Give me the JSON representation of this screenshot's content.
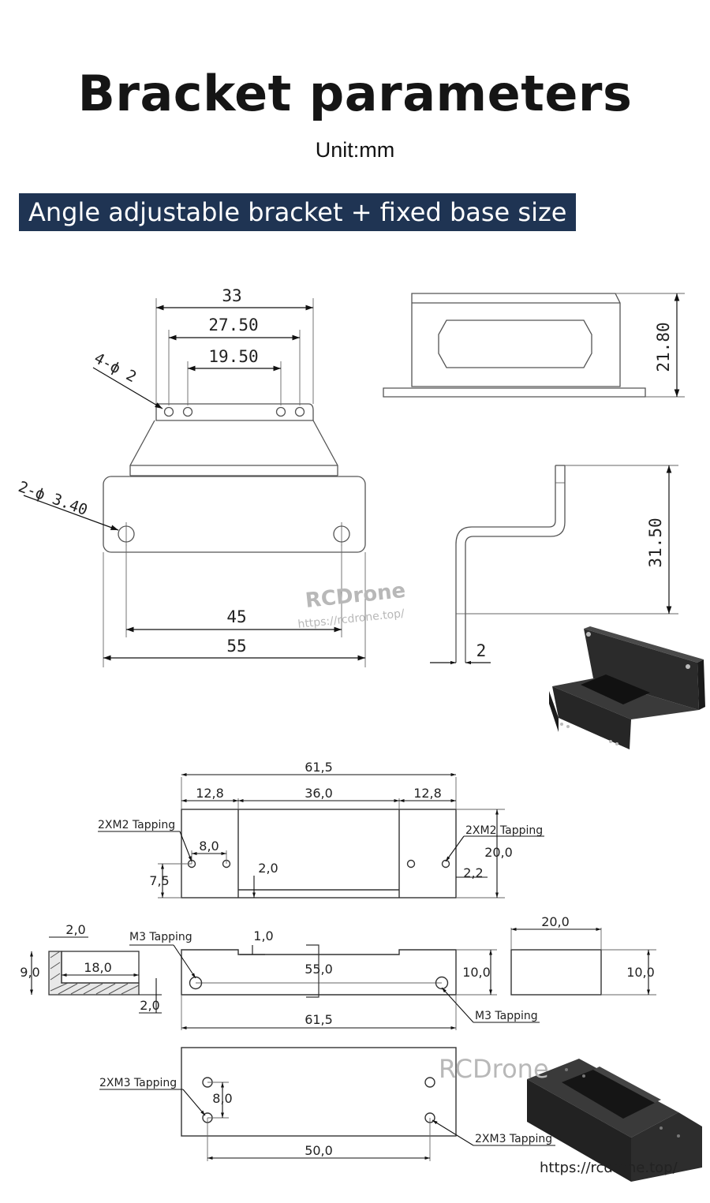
{
  "header": {
    "title": "Bracket parameters",
    "unit": "Unit:mm",
    "banner": "Angle adjustable bracket + fixed base size"
  },
  "bracket_drawing": {
    "top_dims": [
      "33",
      "27.50",
      "19.50"
    ],
    "small_holes": "4-ϕ 2",
    "large_holes": "2-ϕ 3.40",
    "bottom_dims": [
      "45",
      "55"
    ],
    "side_height": "21.80",
    "profile_height": "31.50",
    "thickness": "2"
  },
  "base_drawing": {
    "top_view": {
      "overall": "61,5",
      "segments": [
        "12,8",
        "36,0",
        "12,8"
      ],
      "hole_left": "2XM2 Tapping",
      "hole_right": "2XM2 Tapping",
      "hole_spacing": "8,0",
      "height": "20,0",
      "slot": "2,0",
      "offset_left": "7,5",
      "offset_right": "2,2"
    },
    "section_view": {
      "top": "2,0",
      "height": "9,0",
      "width": "18,0",
      "bottom": "2,0"
    },
    "front_view": {
      "hole_label_top": "M3 Tapping",
      "notch": "1,0",
      "spacing": "55,0",
      "height": "10,0",
      "hole_label_bottom": "M3 Tapping",
      "overall": "61,5"
    },
    "end_view": {
      "width": "20,0",
      "height": "10,0"
    },
    "bottom_view": {
      "hole_label_left": "2XM3 Tapping",
      "hole_spacing": "8,0",
      "hole_label_right": "2XM3 Tapping",
      "span": "50,0"
    }
  },
  "watermarks": {
    "brand": "RCDrone",
    "url": "https://rcdrone.top/"
  }
}
